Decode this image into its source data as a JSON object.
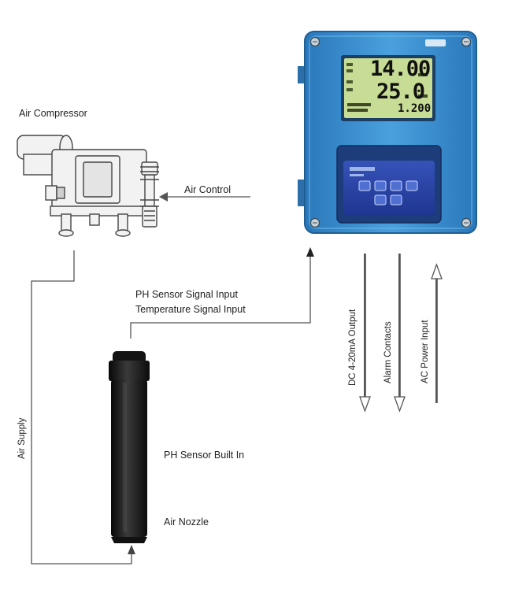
{
  "labels": {
    "air_compressor": "Air Compressor",
    "air_control": "Air Control",
    "ph_signal": "PH Sensor Signal Input",
    "temp_signal": "Temperature Signal Input",
    "ph_built_in": "PH Sensor Built In",
    "air_nozzle": "Air Nozzle",
    "air_supply": "Air Supply",
    "dc_output": "DC 4-20mA Output",
    "alarm": "Alarm Contacts",
    "ac_power": "AC Power Input"
  },
  "display": {
    "ph_value": "14.00",
    "temp_value": "25.0",
    "small_value": "1.200"
  },
  "colors": {
    "housing": "#3a8fd0",
    "housing_dark": "#24699f",
    "lcd": "#c7dc95",
    "keypad": "#2b47a8",
    "sensor": "#1c1c1c",
    "line": "#555555"
  }
}
